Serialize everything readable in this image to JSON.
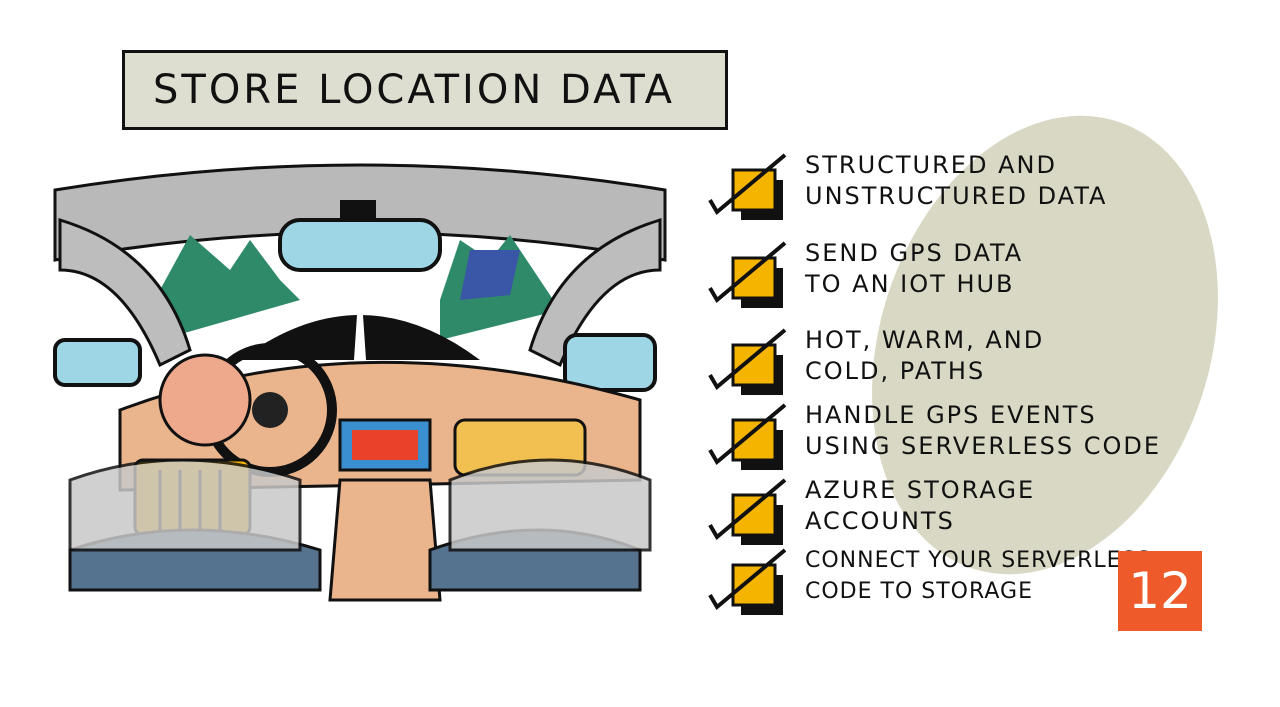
{
  "title": "STORE LOCATION DATA",
  "checklist": [
    {
      "line1": "STRUCTURED AND",
      "line2": "UNSTRUCTURED DATA"
    },
    {
      "line1": "SEND GPS DATA",
      "line2": "TO AN IOT HUB"
    },
    {
      "line1": "HOT, WARM, AND",
      "line2": "COLD, PATHS"
    },
    {
      "line1": "HANDLE GPS EVENTS",
      "line2": "USING SERVERLESS CODE"
    },
    {
      "line1": "AZURE STORAGE",
      "line2": "ACCOUNTS"
    },
    {
      "line1": "CONNECT YOUR SERVERLESS",
      "line2": "CODE TO STORAGE"
    }
  ],
  "badge": "12",
  "colors": {
    "accent_yellow": "#f5b400",
    "badge_orange": "#ee5a2a",
    "ellipse_beige": "#d9d8c4",
    "title_fill": "#ddddd0"
  },
  "illustration": "car-interior-sketch"
}
